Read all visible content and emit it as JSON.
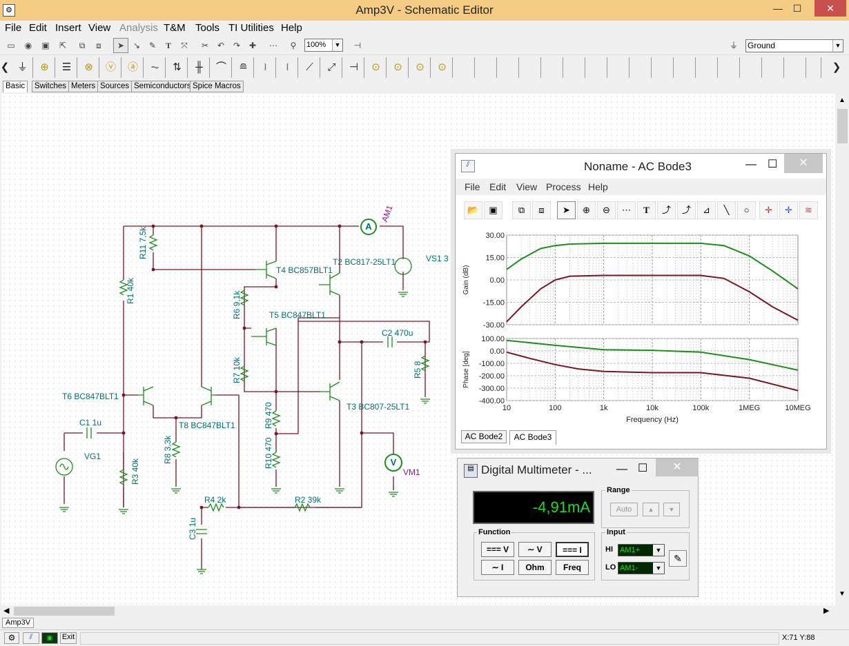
{
  "window": {
    "title": "Amp3V - Schematic Editor",
    "min": "—",
    "max": "☐",
    "close": "✕"
  },
  "menu": [
    {
      "label": "File"
    },
    {
      "label": "Edit"
    },
    {
      "label": "Insert"
    },
    {
      "label": "View"
    },
    {
      "label": "Analysis"
    },
    {
      "label": "T&M"
    },
    {
      "label": "Tools"
    },
    {
      "label": "TI Utilities"
    },
    {
      "label": "Help"
    }
  ],
  "toolbar": {
    "zoom": "100%",
    "ground_select": "Ground"
  },
  "component_tabs": [
    "Basic",
    "Switches",
    "Meters",
    "Sources",
    "Semiconductors",
    "Spice Macros"
  ],
  "schematic": {
    "labels": {
      "r11": "R11 7,5k",
      "r1": "R1 40k",
      "r6": "R6 9,1k",
      "r7": "R7 10k",
      "r8": "R8 3,3k",
      "r9": "R9 470",
      "r10": "R10 470",
      "r3": "R3 40k",
      "r4": "R4 2k",
      "r2": "R2 39k",
      "r5": "R5 8",
      "c1": "C1 1u",
      "c2": "C2 470u",
      "c3": "C3 1u",
      "t2": "T2 BC817-25LT1",
      "t3": "T3 BC807-25LT1",
      "t4": "T4 BC857BLT1",
      "t5": "T5 BC847BLT1",
      "t6": "T6 BC847BLT1",
      "t8": "T8 BC847BLT1",
      "vg1": "VG1",
      "vs1": "VS1 3",
      "am1": "AM1",
      "vm1": "VM1",
      "am_sym": "A",
      "vm_sym": "V"
    }
  },
  "bode": {
    "title": "Noname - AC Bode3",
    "menu": [
      "File",
      "Edit",
      "View",
      "Process",
      "Help"
    ],
    "tabs": [
      "AC Bode2",
      "AC Bode3"
    ],
    "gain_axis_label": "Gain (dB)",
    "phase_axis_label": "Phase [deg]",
    "x_axis_label": "Frequency (Hz)",
    "gain_ticks": [
      "30.00",
      "15.00",
      "0.00",
      "-15.00",
      "-30.00"
    ],
    "phase_ticks": [
      "100.00",
      "0.00",
      "-100.00",
      "-200.00",
      "-300.00",
      "-400.00"
    ],
    "x_ticks": [
      "10",
      "100",
      "1k",
      "10k",
      "100k",
      "1MEG",
      "10MEG"
    ],
    "colors": {
      "series_a": "#1e8c1e",
      "series_b": "#7a1420"
    }
  },
  "chart_data": {
    "type": "line",
    "xscale": "log",
    "xlim": [
      10,
      10000000
    ],
    "xlabel": "Frequency (Hz)",
    "panels": [
      {
        "ylabel": "Gain (dB)",
        "ylim": [
          -30,
          30
        ],
        "series": [
          {
            "x": [
              10,
              20,
              50,
              100,
              200,
              1000,
              10000,
              100000,
              300000,
              1000000,
              3000000,
              10000000
            ],
            "y": [
              7,
              14,
              21,
              23,
              24,
              24.5,
              24.5,
              24.5,
              23,
              16,
              6,
              -6
            ]
          },
          {
            "x": [
              10,
              20,
              50,
              100,
              200,
              1000,
              10000,
              100000,
              300000,
              1000000,
              3000000,
              10000000
            ],
            "y": [
              -28,
              -18,
              -6,
              0,
              2.5,
              3,
              3,
              3,
              1,
              -8,
              -18,
              -27
            ]
          }
        ]
      },
      {
        "ylabel": "Phase [deg]",
        "ylim": [
          -400,
          100
        ],
        "series": [
          {
            "x": [
              10,
              100,
              1000,
              10000,
              100000,
              1000000,
              10000000
            ],
            "y": [
              85,
              45,
              10,
              5,
              -10,
              -70,
              -155
            ]
          },
          {
            "x": [
              10,
              30,
              100,
              300,
              1000,
              10000,
              100000,
              1000000,
              10000000
            ],
            "y": [
              -10,
              -60,
              -110,
              -145,
              -165,
              -175,
              -175,
              -220,
              -320
            ]
          }
        ]
      }
    ]
  },
  "dmm": {
    "title": "Digital Multimeter - ...",
    "reading": "-4,91mA",
    "range_label": "Range",
    "auto": "Auto",
    "function_label": "Function",
    "input_label": "Input",
    "buttons": [
      "=== V",
      "∼ V",
      "=== I",
      "∼ I",
      "Ohm",
      "Freq"
    ],
    "hi_label": "HI",
    "lo_label": "LO",
    "hi_value": "AM1+",
    "lo_value": "AM1-"
  },
  "sheet_tab": "Amp3V",
  "status": {
    "coords": "X:71 Y:88",
    "exit": "Exit"
  }
}
